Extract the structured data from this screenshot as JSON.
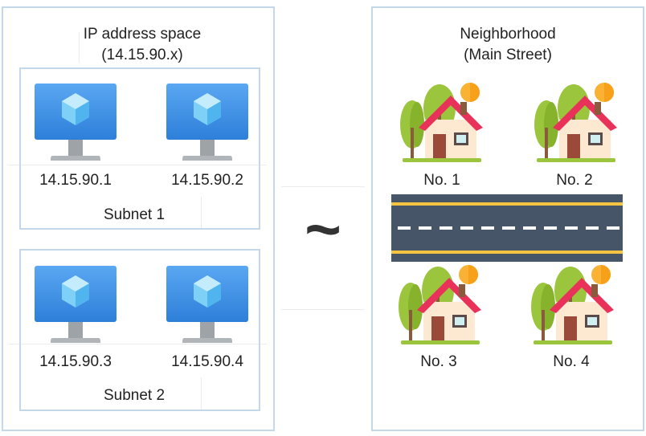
{
  "left_panel": {
    "title_line1": "IP address space",
    "title_line2": "(14.15.90.x)",
    "subnets": [
      {
        "label": "Subnet 1",
        "hosts": [
          "14.15.90.1",
          "14.15.90.2"
        ]
      },
      {
        "label": "Subnet 2",
        "hosts": [
          "14.15.90.3",
          "14.15.90.4"
        ]
      }
    ]
  },
  "connector": {
    "symbol": "~"
  },
  "right_panel": {
    "title_line1": "Neighborhood",
    "title_line2": "(Main Street)",
    "houses_top": [
      "No. 1",
      "No. 2"
    ],
    "houses_bottom": [
      "No. 3",
      "No. 4"
    ]
  },
  "colors": {
    "border": "#c5d8ea",
    "monitor_blue": "#3d8ee6",
    "road": "#475569",
    "road_edge": "#f5c542",
    "roof": "#e8325a",
    "tree": "#9bc53d",
    "sun": "#f9b233"
  },
  "icons": {
    "computer": "monitor-icon",
    "house": "house-icon",
    "road": "road-icon"
  }
}
